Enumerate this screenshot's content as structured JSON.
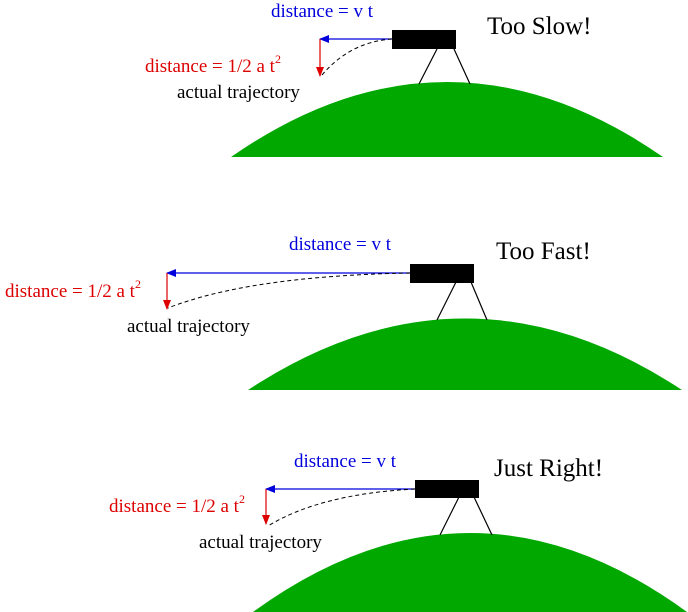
{
  "colors": {
    "hill": "#00a800",
    "cannon": "#000000",
    "horizontal": "#0000dd",
    "vertical": "#dd0000",
    "text": "#000000"
  },
  "panels": [
    {
      "title": "Too Slow!",
      "horizontal_label": "distance = v t",
      "vertical_label_main": "distance = 1/2 a t",
      "vertical_label_exp": "2",
      "trajectory_label": "actual trajectory"
    },
    {
      "title": "Too Fast!",
      "horizontal_label": "distance = v t",
      "vertical_label_main": "distance = 1/2 a t",
      "vertical_label_exp": "2",
      "trajectory_label": "actual trajectory"
    },
    {
      "title": "Just Right!",
      "horizontal_label": "distance = v t",
      "vertical_label_main": "distance = 1/2 a t",
      "vertical_label_exp": "2",
      "trajectory_label": "actual trajectory"
    }
  ]
}
